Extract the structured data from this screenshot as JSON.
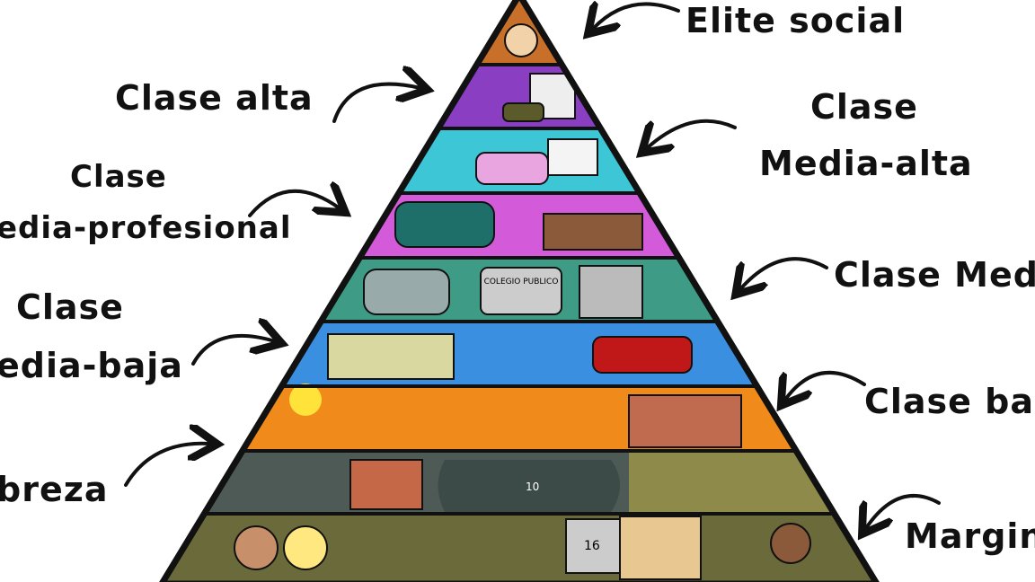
{
  "labels": {
    "elite": "Elite social",
    "alta": "Clase alta",
    "media_alta_1": "Clase",
    "media_alta_2": "Media-alta",
    "media_prof_1": "Clase",
    "media_prof_2": "edia-profesional",
    "media": "Clase Med",
    "media_baja_1": "Clase",
    "media_baja_2": "edia-baja",
    "baja": "Clase ba",
    "pobreza": "breza",
    "marginal": "Margin"
  },
  "band_text": {
    "school": "COLEGIO PUBLICO",
    "bread_count": "10",
    "card_number": "16"
  },
  "colors": {
    "elite": "#c8702a",
    "alta": "#8a3fc2",
    "media_alta": "#3cc6d6",
    "media_profesional": "#d35ad8",
    "media": "#3e9c86",
    "media_baja": "#3a8fe0",
    "baja": "#f08a1a",
    "pobreza": "#4d5a55",
    "marginal": "#6b6a3a"
  }
}
